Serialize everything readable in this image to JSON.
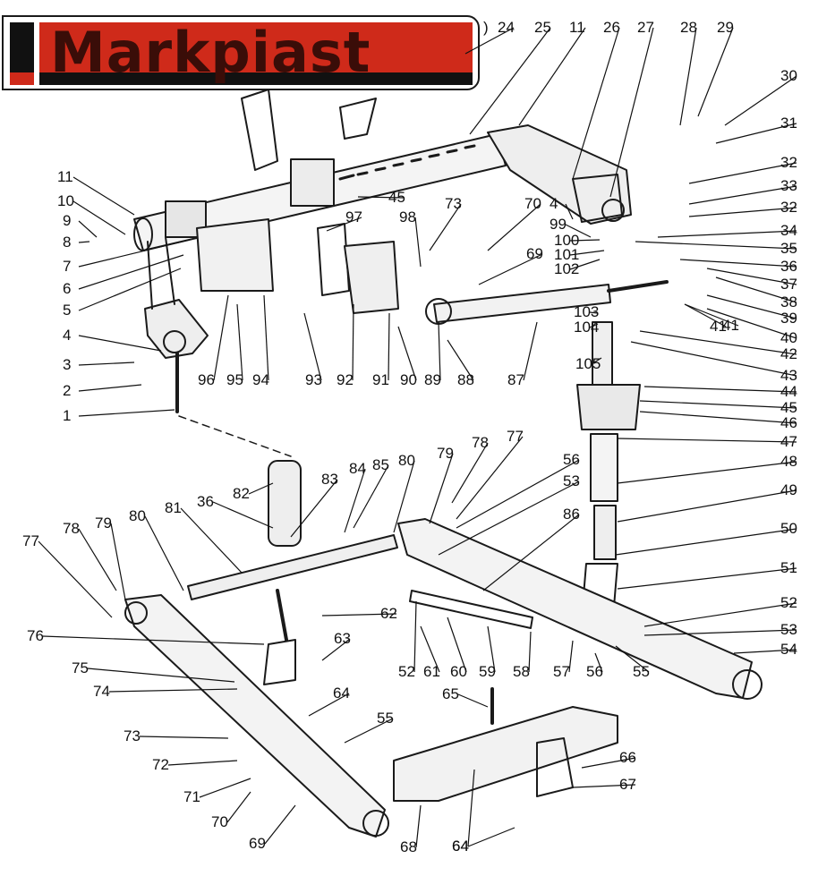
{
  "logo": {
    "text": "Markpiast"
  },
  "partial_label": ")",
  "callouts": [
    "1",
    "2",
    "3",
    "4",
    "5",
    "6",
    "7",
    "8",
    "9",
    "10",
    "11",
    "24",
    "25",
    "11",
    "26",
    "27",
    "28",
    "29",
    "30",
    "31",
    "32",
    "33",
    "32",
    "34",
    "35",
    "36",
    "37",
    "38",
    "39",
    "40",
    "41",
    "42",
    "43",
    "44",
    "45",
    "46",
    "47",
    "48",
    "49",
    "50",
    "51",
    "52",
    "53",
    "54",
    "55",
    "56",
    "57",
    "58",
    "59",
    "60",
    "61",
    "52",
    "62",
    "63",
    "64",
    "65",
    "66",
    "67",
    "68",
    "69",
    "70",
    "71",
    "72",
    "73",
    "74",
    "75",
    "76",
    "77",
    "78",
    "79",
    "80",
    "81",
    "36",
    "82",
    "83",
    "84",
    "85",
    "80",
    "79",
    "78",
    "77",
    "56",
    "53",
    "86",
    "87",
    "88",
    "89",
    "90",
    "91",
    "92",
    "93",
    "94",
    "95",
    "96",
    "45",
    "97",
    "98",
    "73",
    "70",
    "69",
    "4",
    "99",
    "100",
    "101",
    "102",
    "103",
    "104",
    "105",
    "41",
    "55",
    "64",
    "64"
  ]
}
